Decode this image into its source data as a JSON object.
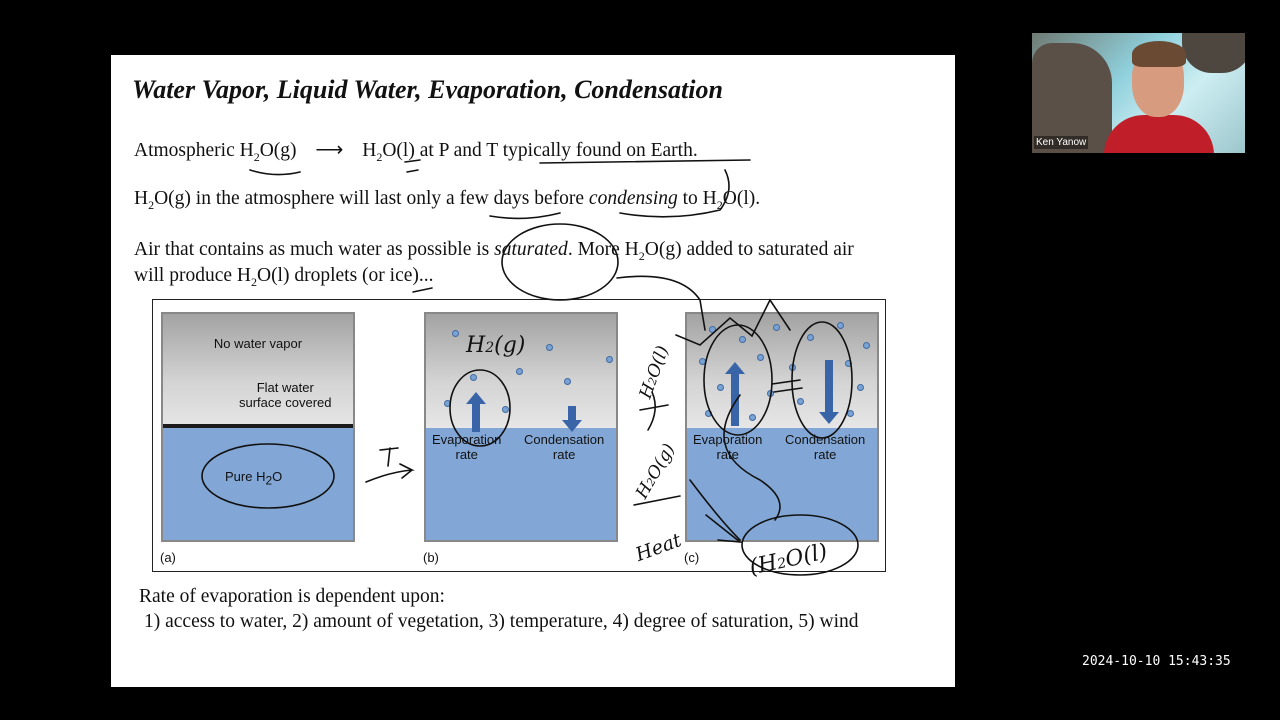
{
  "slide": {
    "title": "Water Vapor, Liquid Water, Evaporation, Condensation",
    "line1": {
      "a": "Atmospheric H",
      "b": "O(g)",
      "arrow": "⟶",
      "c": "H",
      "d": "O(l) at P and T typically found on Earth."
    },
    "line2": {
      "a": "H",
      "b": "O(g) in the atmosphere will last only a few days before ",
      "italic": "condensing",
      "c": " to H",
      "d": "O(l)."
    },
    "line3": {
      "a": "Air that contains as much water as possible is ",
      "italic": "saturated",
      "b": ".  More H",
      "c": "O(g) added to saturated air"
    },
    "line4": {
      "a": "will produce H",
      "b": "O(l) droplets (or ice)..."
    },
    "sub2": "2",
    "bottom1": "Rate of evaporation is dependent upon:",
    "bottom2": "1) access to water, 2) amount of vegetation, 3) temperature, 4) degree of saturation, 5) wind"
  },
  "figure": {
    "panel_a": {
      "letter": "(a)",
      "top_label": "No water vapor",
      "film_label_1": "Flat water",
      "film_label_2": "surface covered",
      "water_label": "Pure H",
      "water_label_sub": "2",
      "water_label_end": "O"
    },
    "panel_b": {
      "letter": "(b)",
      "evap_1": "Evaporation",
      "evap_2": "rate",
      "cond_1": "Condensation",
      "cond_2": "rate"
    },
    "panel_c": {
      "letter": "(c)",
      "evap_1": "Evaporation",
      "evap_2": "rate",
      "cond_1": "Condensation",
      "cond_2": "rate"
    }
  },
  "annotations": [
    "H2(g)",
    "T",
    "H2O(l)",
    "H2O(g)",
    "Heat",
    "H2O(l)"
  ],
  "webcam": {
    "participant_name": "Ken Yanow"
  },
  "timestamp": "2024-10-10 15:43:35",
  "colors": {
    "water": "#82a7d6",
    "arrow": "#3a64a8",
    "shirt": "#c01f2a"
  }
}
